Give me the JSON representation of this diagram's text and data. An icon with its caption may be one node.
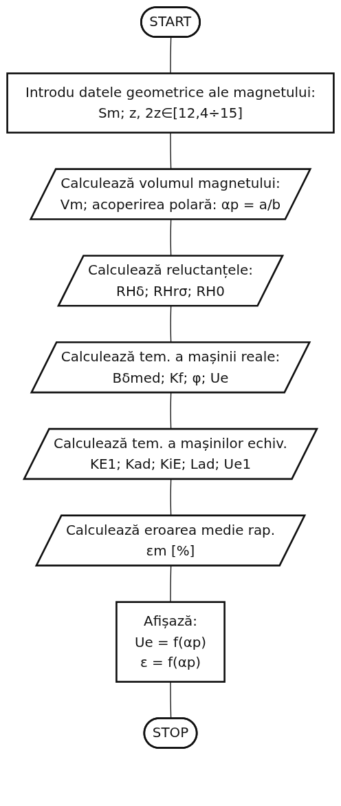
{
  "diagram": {
    "nodes": [
      {
        "text": [
          "START"
        ]
      },
      {
        "text": [
          "Introdu datele geometrice ale magnetului:",
          "Sm; z, 2z∈[12,4÷15]"
        ]
      },
      {
        "text": [
          "Calculează volumul magnetului:",
          "Vm; acoperirea polară: αp = a/b"
        ]
      },
      {
        "text": [
          "Calculează reluctanțele:",
          "RHδ; RHrσ; RH0"
        ]
      },
      {
        "text": [
          "Calculează tem. a mașinii reale:",
          "Bδmed; Kf; φ; Ue"
        ]
      },
      {
        "text": [
          "Calculează tem. a mașinilor echiv.",
          "KE1; Kad; KiE; Lad; Ue1"
        ]
      },
      {
        "text": [
          "Calculează eroarea medie rap.",
          "εm [%]"
        ]
      },
      {
        "text": [
          "Afișază:",
          "Ue = f(αp)",
          "ε = f(αp)"
        ]
      },
      {
        "text": [
          "STOP"
        ]
      }
    ],
    "edges": [
      {
        "from": 0,
        "to": 1,
        "arrow": "none"
      },
      {
        "from": 1,
        "to": 2,
        "arrow": "none"
      },
      {
        "from": 2,
        "to": 3,
        "arrow": "none"
      },
      {
        "from": 3,
        "to": 4,
        "arrow": "none"
      },
      {
        "from": 4,
        "to": 5,
        "arrow": "none"
      },
      {
        "from": 5,
        "to": 6,
        "arrow": "none"
      },
      {
        "from": 6,
        "to": 7,
        "arrow": "none"
      },
      {
        "from": 7,
        "to": 8,
        "arrow": "none"
      }
    ]
  }
}
